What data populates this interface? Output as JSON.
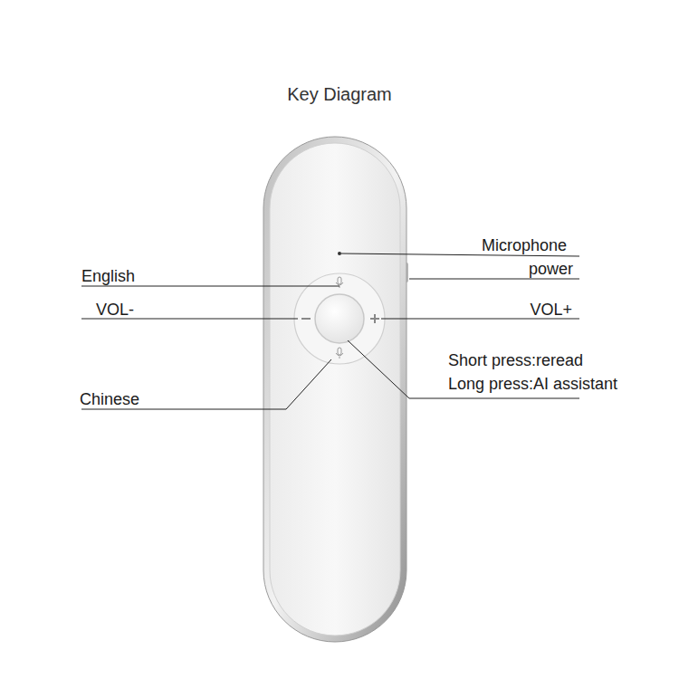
{
  "diagram": {
    "title": "Key Diagram",
    "labels": [
      "Microphone",
      "power",
      "English",
      "VOL-",
      "VOL+",
      "Short press:reread",
      "Long press:AI assistant",
      "Chinese"
    ]
  }
}
